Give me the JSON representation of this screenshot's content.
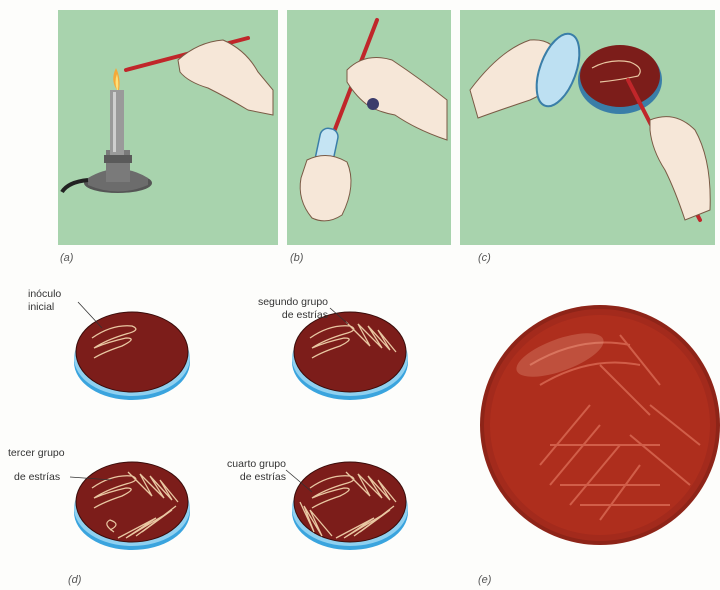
{
  "panels": {
    "a": {
      "label": "(a)"
    },
    "b": {
      "label": "(b)"
    },
    "c": {
      "label": "(c)"
    },
    "d": {
      "label": "(d)"
    },
    "e": {
      "label": "(e)"
    }
  },
  "annotations": {
    "inoculo_line1": "inóculo",
    "inoculo_line2": "inicial",
    "segundo_line1": "segundo grupo",
    "segundo_line2": "de estrías",
    "tercer_line1": "tercer grupo",
    "tercer_line2": "de estrías",
    "cuarto_line1": "cuarto grupo",
    "cuarto_line2": "de estrías"
  },
  "colors": {
    "panel_bg": "#a8d3ad",
    "agar": "#7c1d1a",
    "dish_rim": "#5fb3e1",
    "loop_rod": "#c0262a",
    "streak": "#e9c7a2",
    "photo_agar": "#a32a1c"
  }
}
